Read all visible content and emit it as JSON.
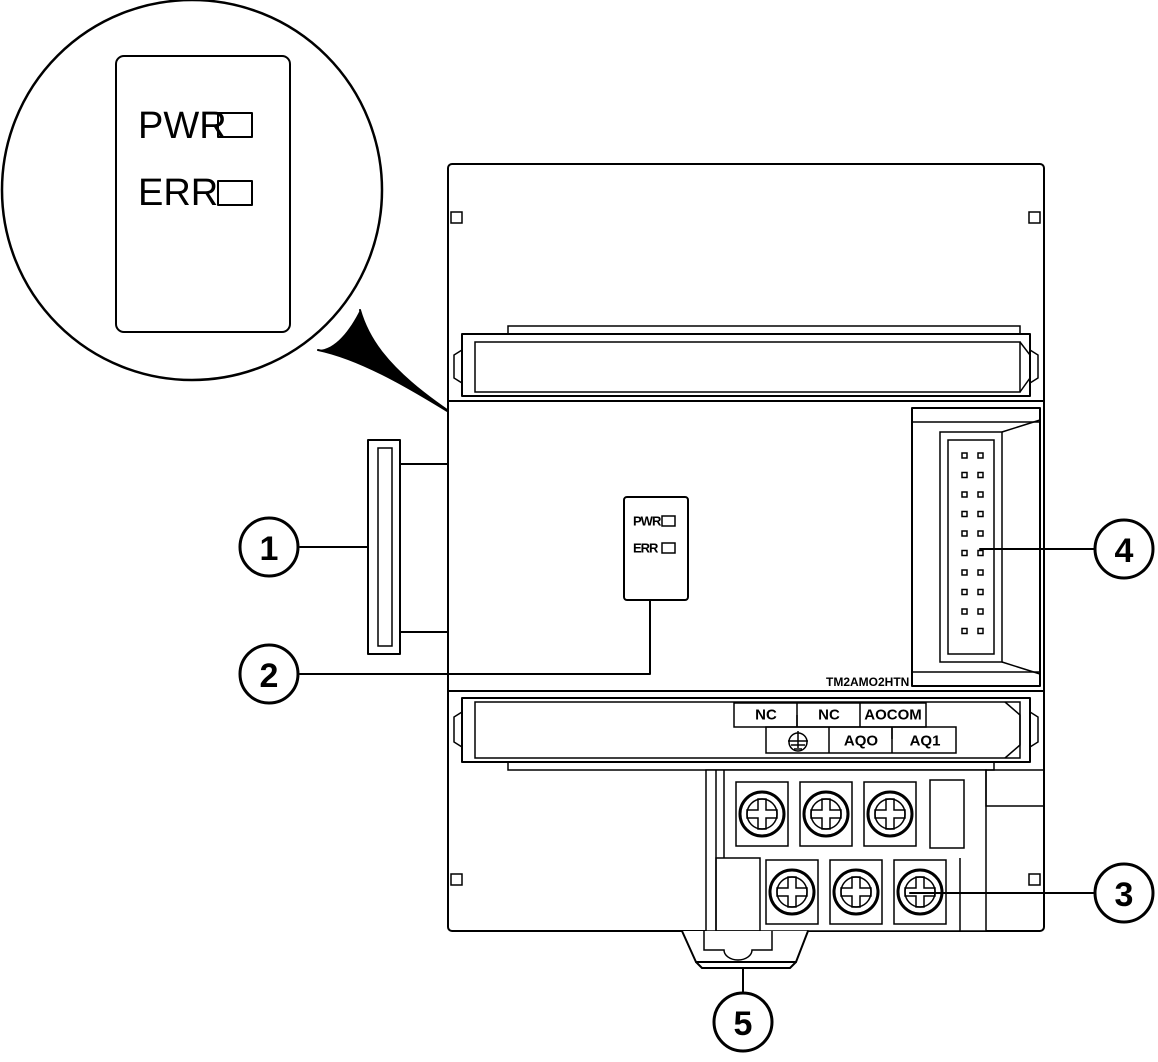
{
  "led_labels": {
    "pwr": "PWR",
    "err": "ERR"
  },
  "model": "TM2AMO2HTN",
  "terminal_labels": {
    "top": [
      "NC",
      "NC",
      "AOCOM"
    ],
    "bottom": [
      "AQO",
      "AQ1"
    ]
  },
  "callouts": [
    "1",
    "2",
    "3",
    "4",
    "5"
  ]
}
